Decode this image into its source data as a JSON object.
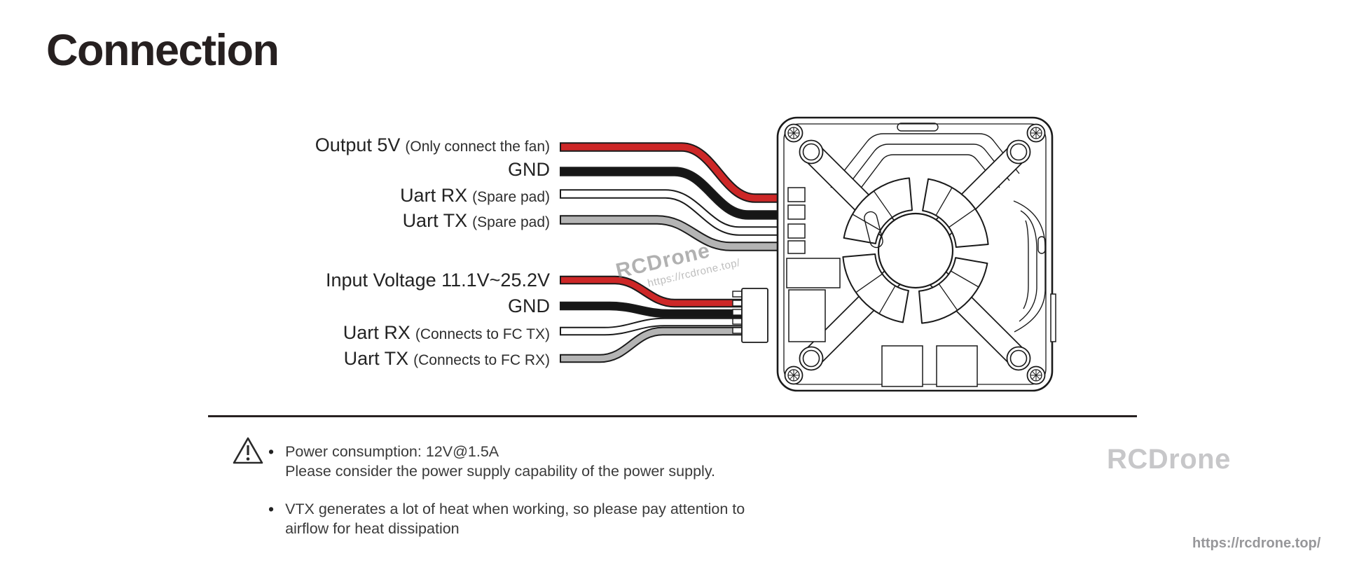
{
  "page": {
    "title": "Connection"
  },
  "wire_labels": {
    "fan_port": [
      {
        "label": "Output 5V",
        "note": "(Only connect the fan)",
        "color_name": "red",
        "color": "#cd2727"
      },
      {
        "label": "GND",
        "note": "",
        "color_name": "black",
        "color": "#161616"
      },
      {
        "label": "Uart RX",
        "note": "(Spare pad)",
        "color_name": "white",
        "color": "#ffffff"
      },
      {
        "label": "Uart TX",
        "note": "(Spare pad)",
        "color_name": "gray",
        "color": "#b4b4b4"
      }
    ],
    "power_port": [
      {
        "label": "Input Voltage 11.1V~25.2V",
        "note": "",
        "color_name": "red",
        "color": "#cd2727"
      },
      {
        "label": "GND",
        "note": "",
        "color_name": "black",
        "color": "#161616"
      },
      {
        "label": "Uart RX",
        "note": "(Connects to FC TX)",
        "color_name": "white",
        "color": "#ffffff"
      },
      {
        "label": "Uart TX",
        "note": "(Connects to FC RX)",
        "color_name": "gray",
        "color": "#b4b4b4"
      }
    ]
  },
  "inline_watermark": {
    "brand": "RCDrone",
    "url": "https://rcdrone.top/"
  },
  "notes": [
    {
      "line1": "Power consumption: 12V@1.5A",
      "line2": "Please consider the power supply capability of the power supply."
    },
    {
      "line1": "VTX generates a lot of heat when working, so please pay attention to",
      "line2": "airflow for heat dissipation"
    }
  ],
  "footer": {
    "brand": "RCDrone",
    "url": "https://rcdrone.top/"
  }
}
